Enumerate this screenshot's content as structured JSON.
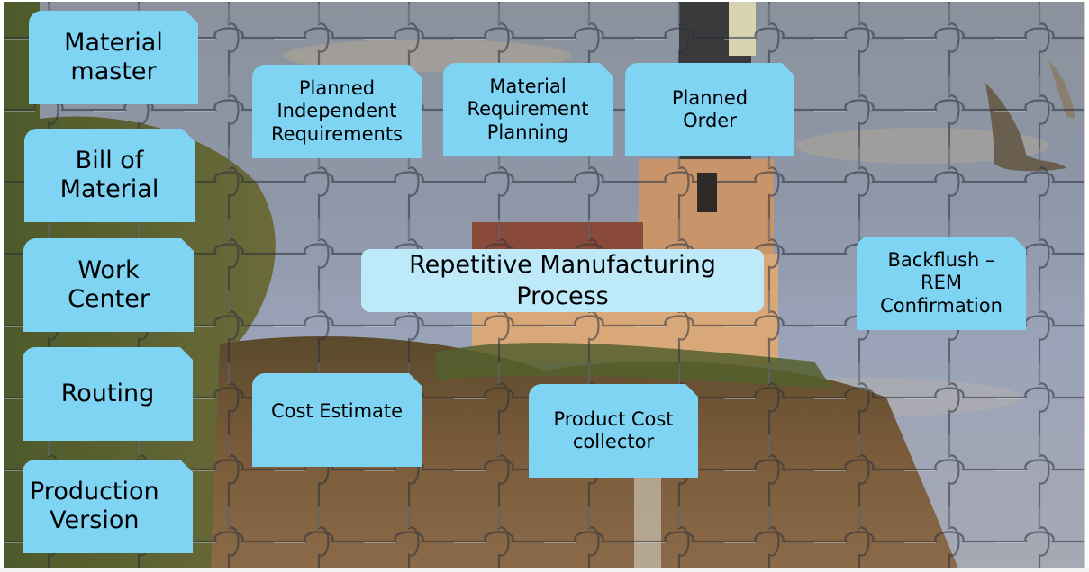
{
  "diagram": {
    "title": "Repetitive Manufacturing\nProcess",
    "master_data": [
      {
        "id": "material-master",
        "label": "Material\nmaster"
      },
      {
        "id": "bill-of-material",
        "label": "Bill of\nMaterial"
      },
      {
        "id": "work-center",
        "label": "Work\nCenter"
      },
      {
        "id": "routing",
        "label": "Routing"
      },
      {
        "id": "production-version",
        "label": "Production\nVersion"
      }
    ],
    "planning_steps": [
      {
        "id": "planned-independent-requirements",
        "label": "Planned\nIndependent\nRequirements"
      },
      {
        "id": "material-requirement-planning",
        "label": "Material\nRequirement\nPlanning"
      },
      {
        "id": "planned-order",
        "label": "Planned\nOrder"
      }
    ],
    "execution_steps": [
      {
        "id": "backflush-rem-confirmation",
        "label": "Backflush –\nREM\nConfirmation"
      },
      {
        "id": "cost-estimate",
        "label": "Cost Estimate"
      },
      {
        "id": "product-cost-collector",
        "label": "Product Cost\ncollector"
      }
    ],
    "background": {
      "subject": "lighthouse jigsaw puzzle photo"
    },
    "colors": {
      "box_fill": "#7fd3f3",
      "center_fill": "#bde9f9",
      "text": "#000000"
    }
  }
}
